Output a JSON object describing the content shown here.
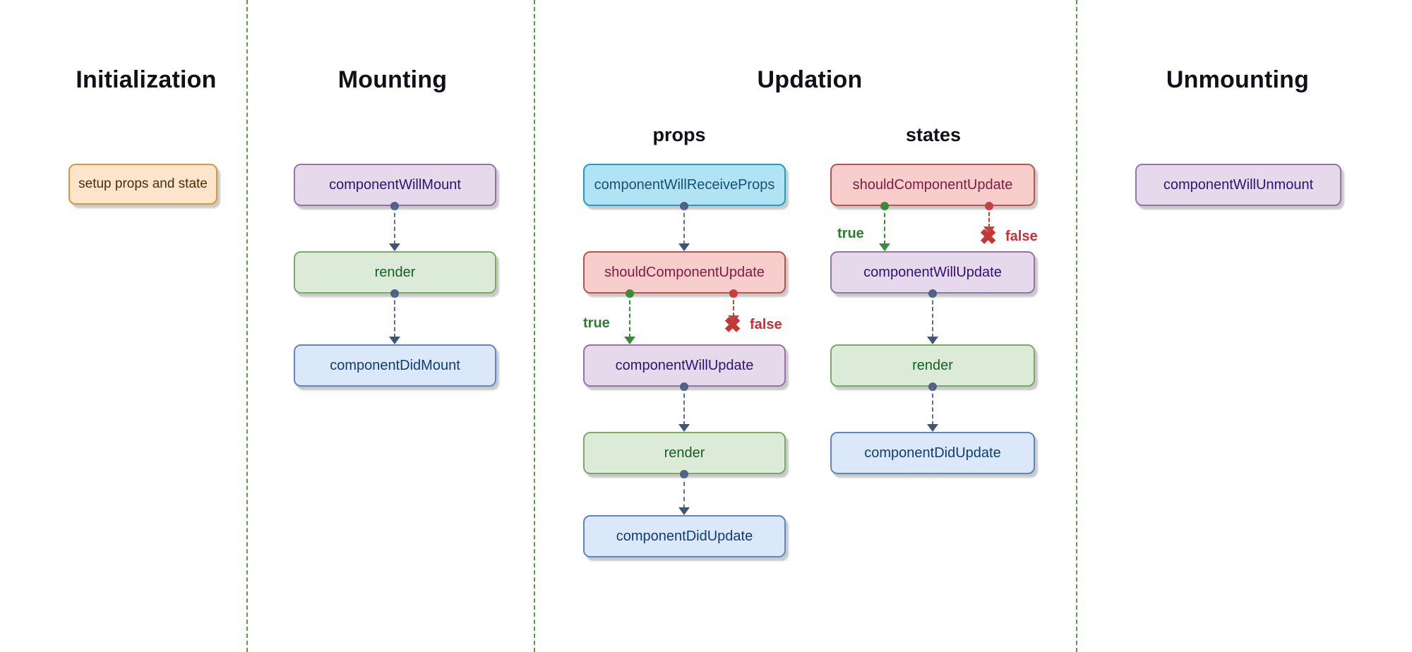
{
  "titles": {
    "initialization": "Initialization",
    "mounting": "Mounting",
    "updation": "Updation",
    "unmounting": "Unmounting",
    "props_column": "props",
    "states_column": "states"
  },
  "nodes": {
    "setup": {
      "label": "setup props and state"
    },
    "willMount": {
      "label": "componentWillMount"
    },
    "renderMount": {
      "label": "render"
    },
    "didMount": {
      "label": "componentDidMount"
    },
    "willReceiveProps": {
      "label": "componentWillReceiveProps"
    },
    "shouldUpdateProps": {
      "label": "shouldComponentUpdate"
    },
    "willUpdateProps": {
      "label": "componentWillUpdate"
    },
    "renderProps": {
      "label": "render"
    },
    "didUpdateProps": {
      "label": "componentDidUpdate"
    },
    "shouldUpdateStates": {
      "label": "shouldComponentUpdate"
    },
    "willUpdateStates": {
      "label": "componentWillUpdate"
    },
    "renderStates": {
      "label": "render"
    },
    "didUpdateStates": {
      "label": "componentDidUpdate"
    },
    "willUnmount": {
      "label": "componentWillUnmount"
    }
  },
  "branch": {
    "true_label": "true",
    "false_label": "false",
    "reject_icon": "heavy-x"
  },
  "colors": {
    "separator_green": "#5d9b4c",
    "node_orange_fill": "#fce5cc",
    "node_orange_border": "#d29a38",
    "node_purple_fill": "#e6d9ec",
    "node_purple_border": "#9673a6",
    "node_green_fill": "#dcebd7",
    "node_green_border": "#7ca964",
    "node_blue_fill": "#dbe8fa",
    "node_blue_border": "#5e86c2",
    "node_cyan_fill": "#b1e3f4",
    "node_cyan_border": "#19a0c2",
    "node_red_fill": "#f8cecc",
    "node_red_border": "#b85450",
    "arrow_gray": "#5d6f93",
    "arrow_true_green": "#3a8a3a",
    "arrow_false_red": "#c6403d"
  }
}
